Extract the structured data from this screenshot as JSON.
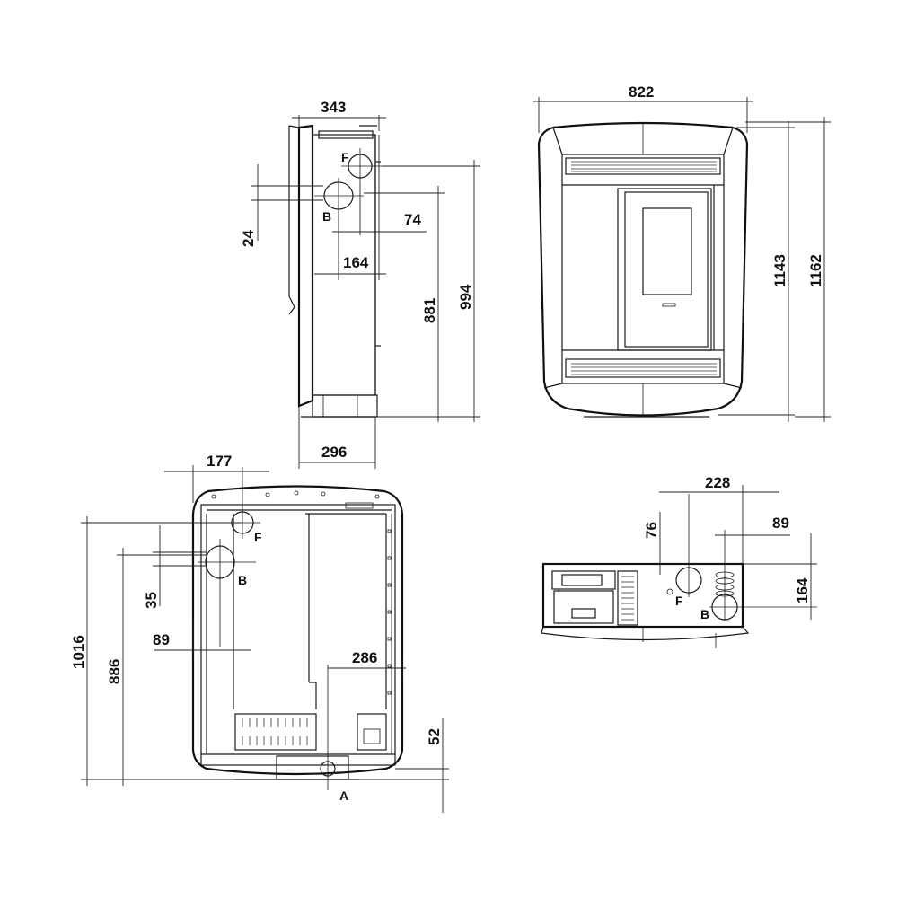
{
  "side_view": {
    "dims": {
      "width_top": "343",
      "width_bottom": "296",
      "offset_24": "24",
      "offset_74": "74",
      "offset_164": "164",
      "height_881": "881",
      "height_994": "994"
    },
    "labels": {
      "f": "F",
      "b": "B"
    }
  },
  "front_view": {
    "dims": {
      "width": "822",
      "height_1143": "1143",
      "height_1162": "1162"
    }
  },
  "back_view": {
    "dims": {
      "offset_177": "177",
      "offset_35": "35",
      "offset_89": "89",
      "offset_286": "286",
      "height_1016": "1016",
      "height_886": "886",
      "height_52": "52"
    },
    "labels": {
      "f": "F",
      "b": "B",
      "a": "A"
    }
  },
  "top_view": {
    "dims": {
      "offset_228": "228",
      "offset_76": "76",
      "offset_89": "89",
      "depth_164": "164"
    },
    "labels": {
      "f": "F",
      "b": "B"
    }
  }
}
